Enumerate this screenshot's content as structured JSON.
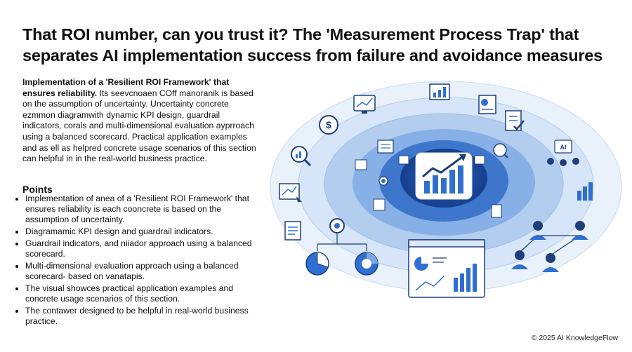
{
  "header": {
    "title_line1": "That ROI number, can you trust it? The 'Measurement Process Trap' that",
    "title_line2": "separates AI implementation success from failure and avoidance measures"
  },
  "intro": {
    "lead": "Implementation of a 'Resilient ROI Framework' that ensures reliability.",
    "body": " Its seevcnoaen COff manoranik is based on the assumption of uncertainty. Uncertainty concrete ezmmon diagramwith dynamic KPI design, guardrail indicators, corals and multi-dimensional evaluation ayprroach using a balanced scorecard. Practical application examples and as ell as helpred concrete usage scenarios of this section can helpful in in the real-world business practice."
  },
  "points": {
    "heading": "Points",
    "items": [
      "Implementation of anea of a 'Resilient ROI Framework' that ensures reliability is each cooncrete is based on the assumption of uncertainty.",
      "Diagramamic KPI design and guardrail indicators.",
      "Guardrail indicators, and niiador approach using a balanced scorecard.",
      "Multi-dimensional evaluation approach using a balanced scorecard- based on vanatapis.",
      "The visual showces practical application examples and concrete usage scenarios of this section.",
      "The contawer designed to be helpful in real-world business practice."
    ]
  },
  "footer": {
    "copyright": "© 2025 AI KnowledgeFlow"
  },
  "colors": {
    "ring_outer": "#e8f0fa",
    "ring_2": "#d3e2f5",
    "ring_3": "#a9c6ec",
    "ring_4": "#7ba6e0",
    "ring_5": "#3d74c9",
    "core": "#1f4ea3",
    "icon_stroke": "#1f3f7a",
    "icon_fill": "#2f6fd1"
  }
}
